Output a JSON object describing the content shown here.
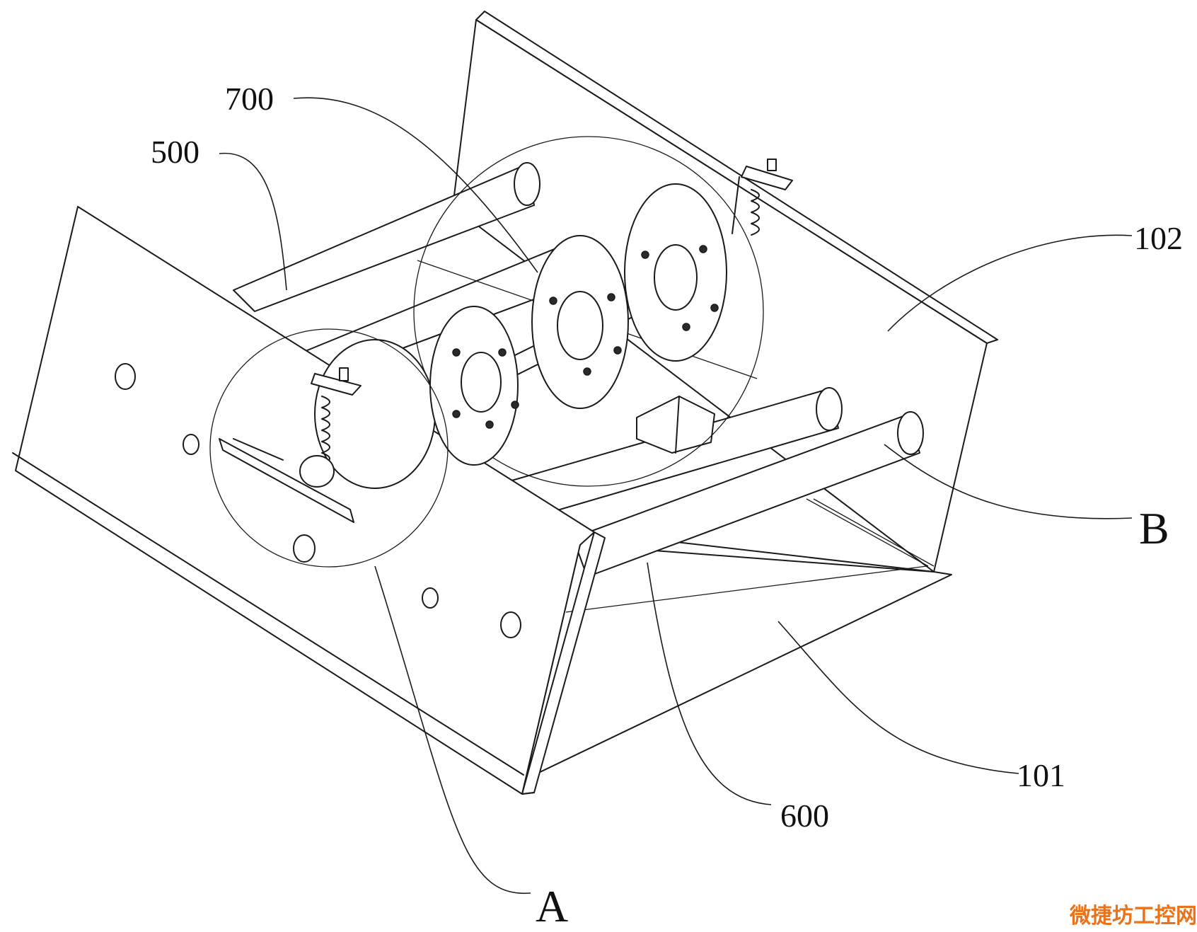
{
  "callouts": [
    {
      "id": "700",
      "text": "700"
    },
    {
      "id": "500",
      "text": "500"
    },
    {
      "id": "102",
      "text": "102"
    },
    {
      "id": "B",
      "text": "B"
    },
    {
      "id": "101",
      "text": "101"
    },
    {
      "id": "600",
      "text": "600"
    },
    {
      "id": "A",
      "text": "A"
    }
  ],
  "watermark": {
    "text": "微捷坊工控网",
    "color": "#e8731a"
  },
  "colors": {
    "line": "#1a1a1a",
    "background": "#ffffff"
  }
}
